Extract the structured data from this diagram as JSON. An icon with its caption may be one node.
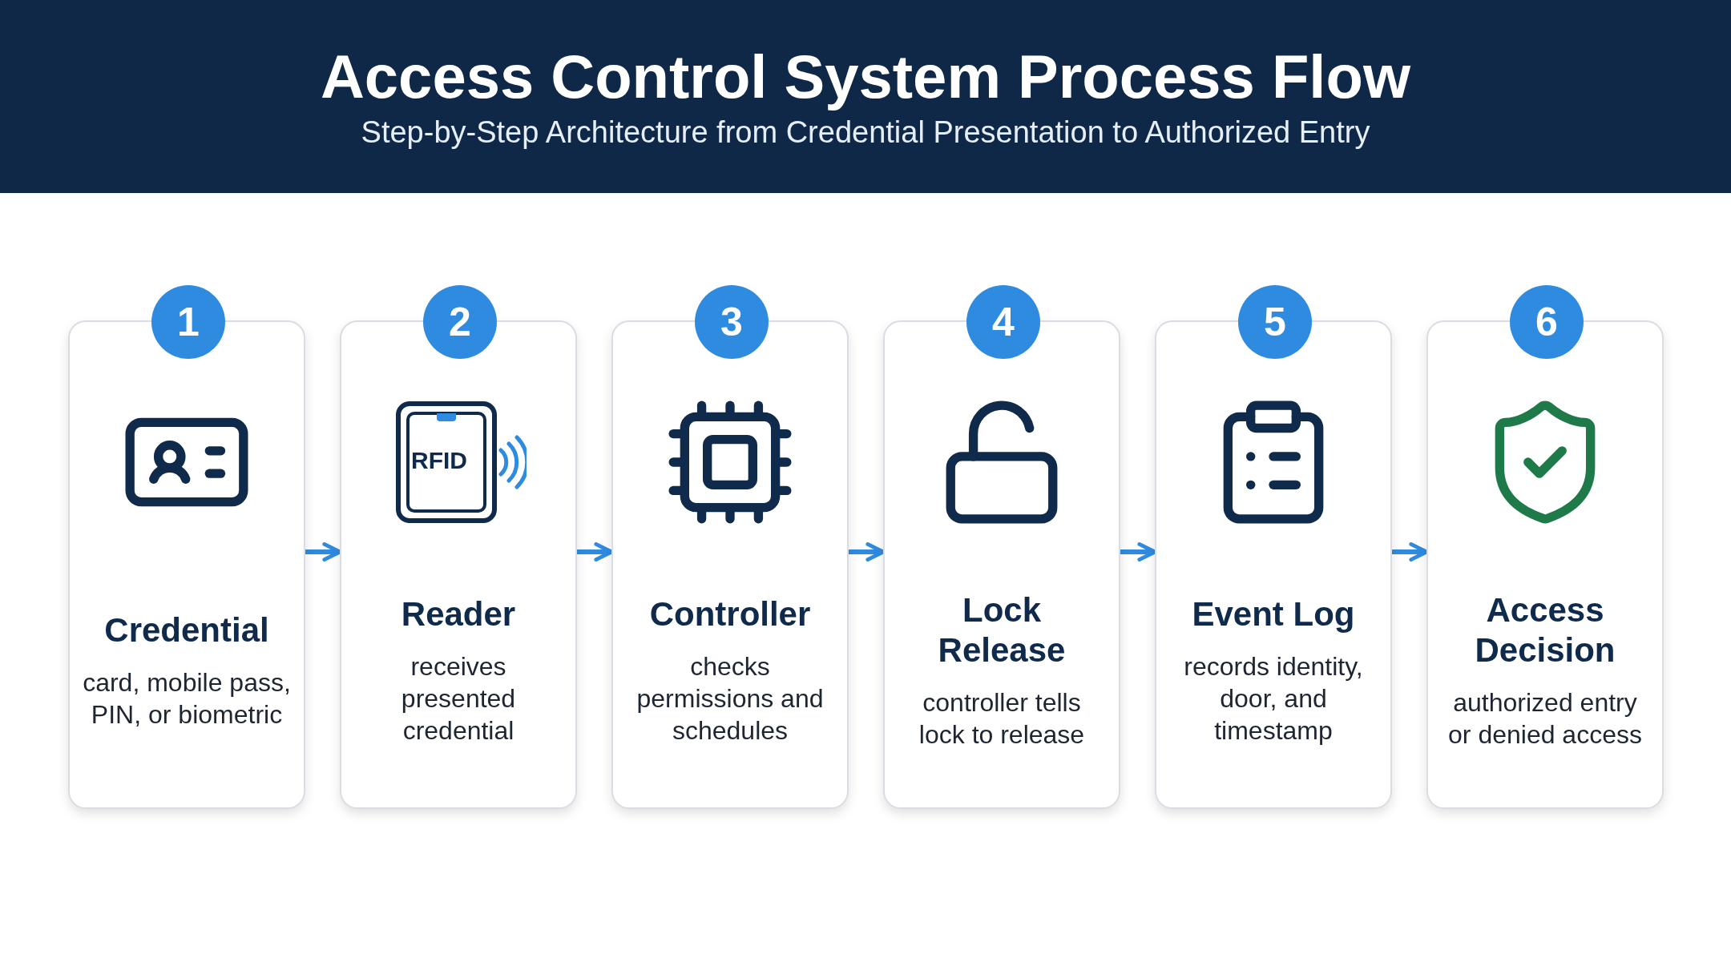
{
  "diagram": {
    "title": "Access Control System Process Flow",
    "caption": "Step-by-Step Architecture from Credential Presentation to Authorized Entry",
    "nodes": [
      {
        "text": [
          "1",
          "Credential",
          "card, mobile pass, PIN, or biometric"
        ]
      },
      {
        "text": [
          "2",
          "Reader",
          "receives presented credential"
        ]
      },
      {
        "text": [
          "3",
          "Controller",
          "checks permissions and schedules"
        ]
      },
      {
        "text": [
          "4",
          "Lock Release",
          "controller tells lock to release"
        ]
      },
      {
        "text": [
          "5",
          "Event Log",
          "records identity, door, and timestamp"
        ]
      },
      {
        "text": [
          "6",
          "Access Decision",
          "authorized entry or denied access"
        ]
      }
    ],
    "edges": [
      {
        "from": 0,
        "to": 1,
        "arrow": "to"
      },
      {
        "from": 1,
        "to": 2,
        "arrow": "to"
      },
      {
        "from": 2,
        "to": 3,
        "arrow": "to"
      },
      {
        "from": 3,
        "to": 4,
        "arrow": "to"
      },
      {
        "from": 4,
        "to": 5,
        "arrow": "to"
      }
    ],
    "labels": [
      "RFID"
    ]
  }
}
